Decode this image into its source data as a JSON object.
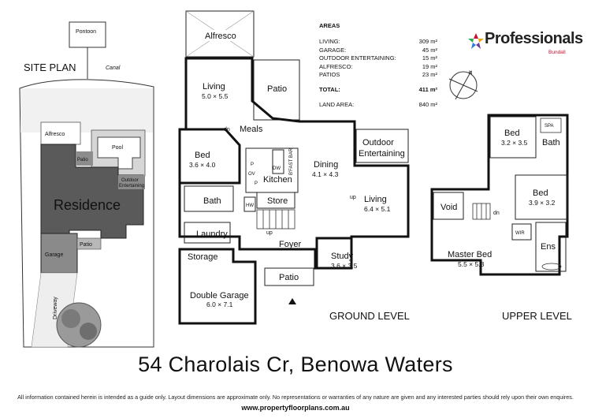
{
  "areas": {
    "heading": "AREAS",
    "rows": [
      {
        "label": "LIVING:",
        "value": "309 m²"
      },
      {
        "label": "GARAGE:",
        "value": "45 m²"
      },
      {
        "label": "OUTDOOR ENTERTAINING:",
        "value": "15 m²"
      },
      {
        "label": "ALFRESCO:",
        "value": "19 m²"
      },
      {
        "label": "PATIOS",
        "value": "23 m²"
      }
    ],
    "total_label": "TOTAL:",
    "total_value": "411 m²",
    "land_label": "LAND AREA:",
    "land_value": "840 m²"
  },
  "brand": {
    "name": "Professionals",
    "sub": "Bundall",
    "colors": [
      "#c8102e",
      "#f5a300",
      "#6a3d9a",
      "#2a7de1",
      "#2fa84f"
    ]
  },
  "site_plan": {
    "title": "SITE PLAN",
    "pontoon": "Pontoon",
    "canal": "Canal",
    "alfresco": "Alfresco",
    "pool": "Pool",
    "patio": "Patio",
    "outdoor": "Outdoor",
    "entertaining": "Entertaining",
    "residence": "Residence",
    "garage": "Garage",
    "patio2": "Patio",
    "driveway": "Driveway"
  },
  "ground": {
    "level_label": "GROUND LEVEL",
    "alfresco": "Alfresco",
    "patio_top": "Patio",
    "living1": {
      "name": "Living",
      "dim": "5.0 × 5.5"
    },
    "dn": "dn",
    "meals": "Meals",
    "bed": {
      "name": "Bed",
      "dim": "3.6 × 4.0"
    },
    "bath": "Bath",
    "kitchen": "Kitchen",
    "dining": {
      "name": "Dining",
      "dim": "4.1 × 4.3"
    },
    "outdoor1": "Outdoor",
    "outdoor2": "Entertaining",
    "store": "Store",
    "hw": "HW",
    "ov": "OV",
    "p1": "P",
    "p2": "P",
    "dw": "DW",
    "bfast": "B'FAST BAR",
    "up1": "up",
    "up2": "up",
    "living2": {
      "name": "Living",
      "dim": "6.4 × 5.1"
    },
    "laundry": "Laundry",
    "storage": "Storage",
    "foyer": "Foyer",
    "study": {
      "name": "Study",
      "dim": "3.6 × 3.5"
    },
    "garage": {
      "name": "Double Garage",
      "dim": "6.0 × 7.1"
    },
    "patio_bottom": "Patio"
  },
  "upper": {
    "level_label": "UPPER LEVEL",
    "bed1": {
      "name": "Bed",
      "dim": "3.2 × 3.5"
    },
    "spa": "SPA",
    "bath": "Bath",
    "bed2": {
      "name": "Bed",
      "dim": "3.9 × 3.2"
    },
    "void": "Void",
    "dn": "dn",
    "wir": "WIR",
    "master": {
      "name": "Master Bed",
      "dim": "5.5 × 5.3"
    },
    "ens": "Ens"
  },
  "compass": {
    "north": "N"
  },
  "address": "54 Charolais Cr, Benowa Waters",
  "disclaimer": "All information contained herein is intended as a guide only. Layout dimensions are approximate only. No representations or warranties of any nature are given and any interested parties should rely upon their own enquires.",
  "website": "www.propertyfloorplans.com.au"
}
